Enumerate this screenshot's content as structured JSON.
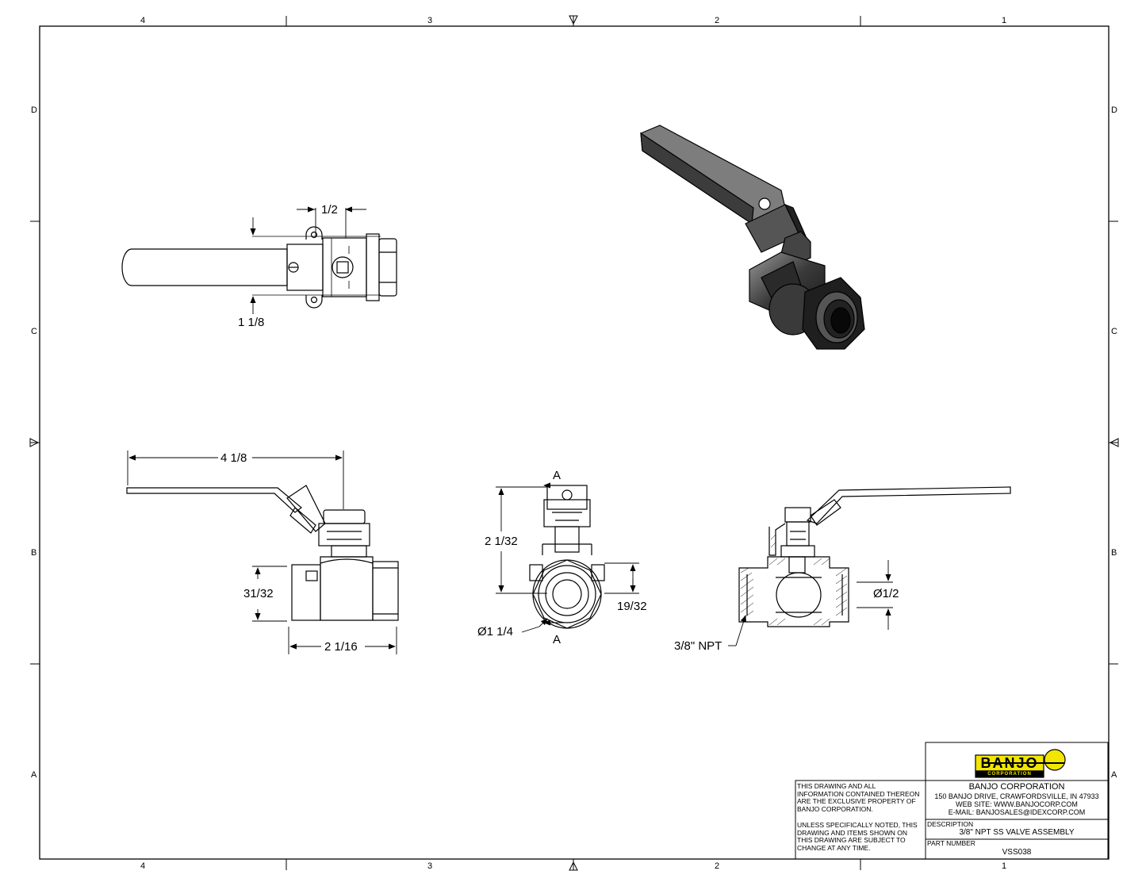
{
  "zones": {
    "top": [
      "4",
      "3",
      "2",
      "1"
    ],
    "bottom": [
      "4",
      "3",
      "2",
      "1"
    ],
    "left": [
      "D",
      "C",
      "B",
      "A"
    ],
    "right": [
      "D",
      "C",
      "B",
      "A"
    ]
  },
  "dimensions": {
    "top_width": "1/2",
    "top_height": "1 1/8",
    "front_length": "4 1/8",
    "front_height": "31/32",
    "front_body": "2 1/16",
    "end_height": "2 1/32",
    "end_center": "19/32",
    "end_dia": "Ø1 1/4",
    "section_label_top": "A",
    "section_label_bottom": "A",
    "section_dia": "Ø1/2",
    "thread": "3/8\" NPT"
  },
  "title_block": {
    "logo_text": "BANJO",
    "logo_sub": "CORPORATION",
    "logo_color": "#f2e600",
    "company": "BANJO CORPORATION",
    "address": "150 BANJO DRIVE, CRAWFORDSVILLE, IN 47933",
    "web": "WEB SITE: WWW.BANJOCORP.COM",
    "email": "E-MAIL: BANJOSALES@IDEXCORP.COM",
    "desc_label": "DESCRIPTION",
    "desc_value": "3/8\" NPT SS VALVE ASSEMBLY",
    "part_label": "PART NUMBER",
    "part_value": "VSS038",
    "notice1": [
      "THIS DRAWING AND ALL",
      "INFORMATION CONTAINED THEREON",
      "ARE THE EXCLUSIVE PROPERTY OF",
      "BANJO CORPORATION."
    ],
    "notice2": [
      "UNLESS SPECIFICALLY NOTED, THIS",
      "DRAWING AND ITEMS SHOWN ON",
      "THIS DRAWING ARE SUBJECT TO",
      "CHANGE AT ANY TIME."
    ]
  }
}
